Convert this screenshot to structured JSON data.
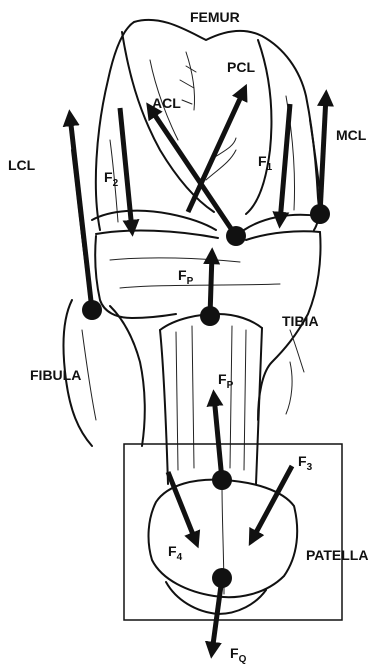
{
  "labels": {
    "femur": "FEMUR",
    "pcl": "PCL",
    "acl": "ACL",
    "mcl": "MCL",
    "lcl": "LCL",
    "tibia": "TIBIA",
    "fibula": "FIBULA",
    "patella": "PATELLA"
  },
  "forces": {
    "f1": {
      "main": "F",
      "sub": "1"
    },
    "f2": {
      "main": "F",
      "sub": "2"
    },
    "f3": {
      "main": "F",
      "sub": "3"
    },
    "f4": {
      "main": "F",
      "sub": "4"
    },
    "fp_upper": {
      "main": "F",
      "sub": "P"
    },
    "fp_lower": {
      "main": "F",
      "sub": "P"
    },
    "fq": {
      "main": "F",
      "sub": "Q"
    }
  },
  "colors": {
    "ink": "#111111",
    "paper": "#ffffff"
  }
}
